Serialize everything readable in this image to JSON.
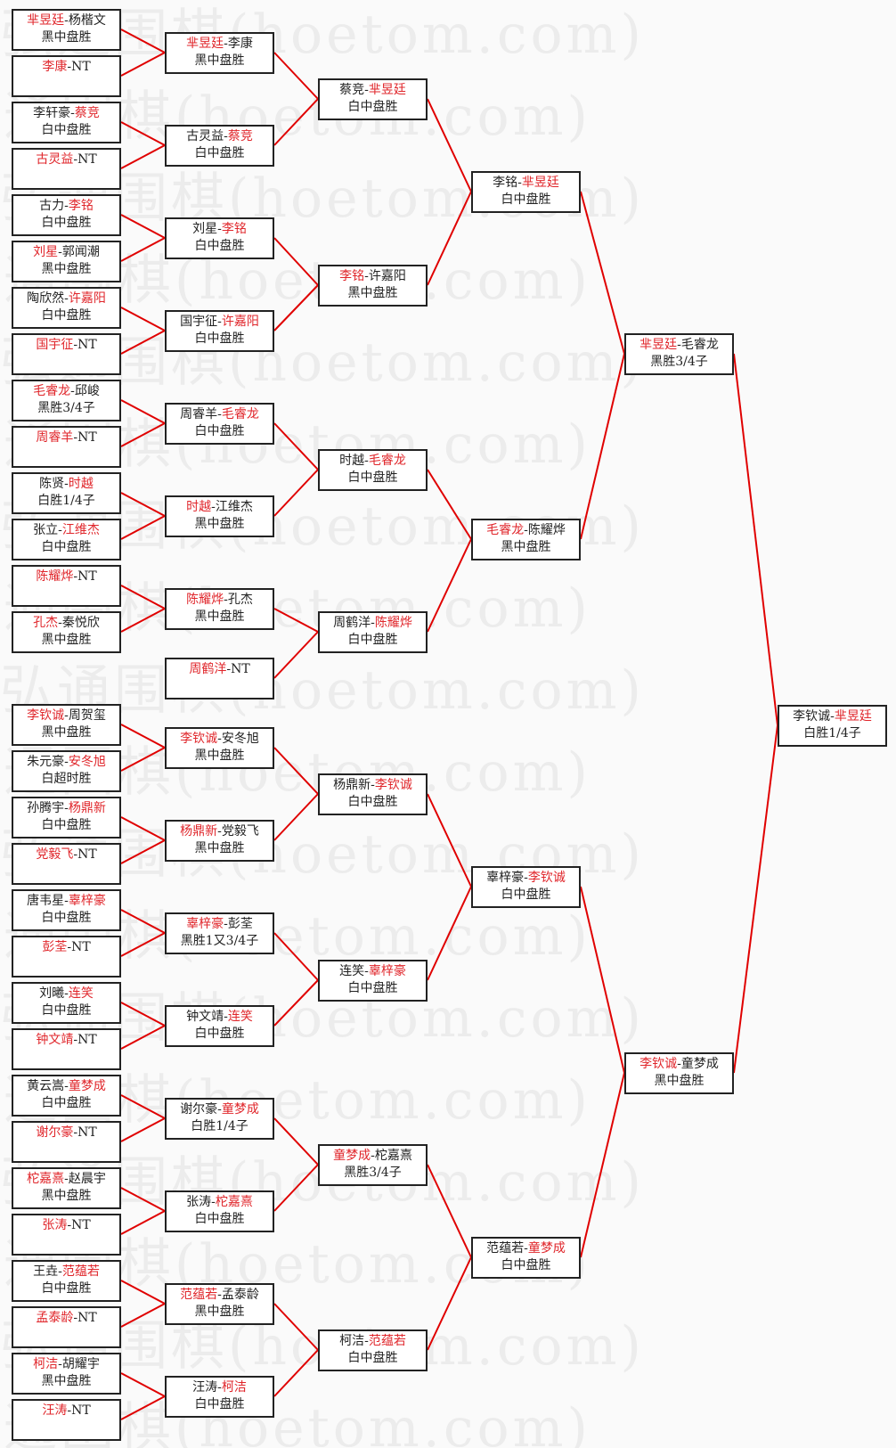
{
  "watermark": "弘通围棋(hoetom.com)",
  "colors": {
    "winner": "#e0262b",
    "line": "#e00000",
    "border": "#222222"
  },
  "rounds": [
    [
      {
        "p1": "芈昱廷",
        "p2": "杨楷文",
        "winner": 1,
        "result": "黑中盘胜"
      },
      {
        "p1": "李康",
        "p2": "NT",
        "winner": 1,
        "result": ""
      },
      {
        "p1": "李轩豪",
        "p2": "蔡竞",
        "winner": 2,
        "result": "白中盘胜"
      },
      {
        "p1": "古灵益",
        "p2": "NT",
        "winner": 1,
        "result": ""
      },
      {
        "p1": "古力",
        "p2": "李铭",
        "winner": 2,
        "result": "白中盘胜"
      },
      {
        "p1": "刘星",
        "p2": "郭闻潮",
        "winner": 1,
        "result": "黑中盘胜"
      },
      {
        "p1": "陶欣然",
        "p2": "许嘉阳",
        "winner": 2,
        "result": "白中盘胜"
      },
      {
        "p1": "国宇征",
        "p2": "NT",
        "winner": 1,
        "result": ""
      },
      {
        "p1": "毛睿龙",
        "p2": "邱峻",
        "winner": 1,
        "result": "黑胜3/4子"
      },
      {
        "p1": "周睿羊",
        "p2": "NT",
        "winner": 1,
        "result": ""
      },
      {
        "p1": "陈贤",
        "p2": "时越",
        "winner": 2,
        "result": "白胜1/4子"
      },
      {
        "p1": "张立",
        "p2": "江维杰",
        "winner": 2,
        "result": "白中盘胜"
      },
      {
        "p1": "陈耀烨",
        "p2": "NT",
        "winner": 1,
        "result": ""
      },
      {
        "p1": "孔杰",
        "p2": "秦悦欣",
        "winner": 1,
        "result": "黑中盘胜"
      },
      {
        "p1": "李钦诚",
        "p2": "周贺玺",
        "winner": 1,
        "result": "黑中盘胜"
      },
      {
        "p1": "朱元豪",
        "p2": "安冬旭",
        "winner": 2,
        "result": "白超时胜"
      },
      {
        "p1": "孙腾宇",
        "p2": "杨鼎新",
        "winner": 2,
        "result": "白中盘胜"
      },
      {
        "p1": "党毅飞",
        "p2": "NT",
        "winner": 1,
        "result": ""
      },
      {
        "p1": "唐韦星",
        "p2": "辜梓豪",
        "winner": 2,
        "result": "白中盘胜"
      },
      {
        "p1": "彭荃",
        "p2": "NT",
        "winner": 1,
        "result": ""
      },
      {
        "p1": "刘曦",
        "p2": "连笑",
        "winner": 2,
        "result": "白中盘胜"
      },
      {
        "p1": "钟文靖",
        "p2": "NT",
        "winner": 1,
        "result": ""
      },
      {
        "p1": "黄云嵩",
        "p2": "童梦成",
        "winner": 2,
        "result": "白中盘胜"
      },
      {
        "p1": "谢尔豪",
        "p2": "NT",
        "winner": 1,
        "result": ""
      },
      {
        "p1": "柁嘉熹",
        "p2": "赵晨宇",
        "winner": 1,
        "result": "黑中盘胜"
      },
      {
        "p1": "张涛",
        "p2": "NT",
        "winner": 1,
        "result": ""
      },
      {
        "p1": "王垚",
        "p2": "范蕴若",
        "winner": 2,
        "result": "白中盘胜"
      },
      {
        "p1": "孟泰龄",
        "p2": "NT",
        "winner": 1,
        "result": ""
      },
      {
        "p1": "柯洁",
        "p2": "胡耀宇",
        "winner": 1,
        "result": "黑中盘胜"
      },
      {
        "p1": "汪涛",
        "p2": "NT",
        "winner": 1,
        "result": ""
      }
    ],
    [
      {
        "p1": "芈昱廷",
        "p2": "李康",
        "winner": 1,
        "result": "黑中盘胜"
      },
      {
        "p1": "古灵益",
        "p2": "蔡竞",
        "winner": 2,
        "result": "白中盘胜"
      },
      {
        "p1": "刘星",
        "p2": "李铭",
        "winner": 2,
        "result": "白中盘胜"
      },
      {
        "p1": "国宇征",
        "p2": "许嘉阳",
        "winner": 2,
        "result": "白中盘胜"
      },
      {
        "p1": "周睿羊",
        "p2": "毛睿龙",
        "winner": 2,
        "result": "白中盘胜"
      },
      {
        "p1": "时越",
        "p2": "江维杰",
        "winner": 1,
        "result": "黑中盘胜"
      },
      {
        "p1": "陈耀烨",
        "p2": "孔杰",
        "winner": 1,
        "result": "黑中盘胜"
      },
      {
        "p1": "周鹤洋",
        "p2": "NT",
        "winner": 1,
        "result": ""
      },
      {
        "p1": "李钦诚",
        "p2": "安冬旭",
        "winner": 1,
        "result": "黑中盘胜"
      },
      {
        "p1": "杨鼎新",
        "p2": "党毅飞",
        "winner": 1,
        "result": "黑中盘胜"
      },
      {
        "p1": "辜梓豪",
        "p2": "彭荃",
        "winner": 1,
        "result": "黑胜1又3/4子"
      },
      {
        "p1": "钟文靖",
        "p2": "连笑",
        "winner": 2,
        "result": "白中盘胜"
      },
      {
        "p1": "谢尔豪",
        "p2": "童梦成",
        "winner": 2,
        "result": "白胜1/4子"
      },
      {
        "p1": "张涛",
        "p2": "柁嘉熹",
        "winner": 2,
        "result": "白中盘胜"
      },
      {
        "p1": "范蕴若",
        "p2": "孟泰龄",
        "winner": 1,
        "result": "黑中盘胜"
      },
      {
        "p1": "汪涛",
        "p2": "柯洁",
        "winner": 2,
        "result": "白中盘胜"
      }
    ],
    [
      {
        "p1": "蔡竞",
        "p2": "芈昱廷",
        "winner": 2,
        "result": "白中盘胜"
      },
      {
        "p1": "李铭",
        "p2": "许嘉阳",
        "winner": 1,
        "result": "黑中盘胜"
      },
      {
        "p1": "时越",
        "p2": "毛睿龙",
        "winner": 2,
        "result": "白中盘胜"
      },
      {
        "p1": "周鹤洋",
        "p2": "陈耀烨",
        "winner": 2,
        "result": "白中盘胜"
      },
      {
        "p1": "杨鼎新",
        "p2": "李钦诚",
        "winner": 2,
        "result": "白中盘胜"
      },
      {
        "p1": "连笑",
        "p2": "辜梓豪",
        "winner": 2,
        "result": "白中盘胜"
      },
      {
        "p1": "童梦成",
        "p2": "柁嘉熹",
        "winner": 1,
        "result": "黑胜3/4子"
      },
      {
        "p1": "柯洁",
        "p2": "范蕴若",
        "winner": 2,
        "result": "白中盘胜"
      }
    ],
    [
      {
        "p1": "李铭",
        "p2": "芈昱廷",
        "winner": 2,
        "result": "白中盘胜"
      },
      {
        "p1": "毛睿龙",
        "p2": "陈耀烨",
        "winner": 1,
        "result": "黑中盘胜"
      },
      {
        "p1": "辜梓豪",
        "p2": "李钦诚",
        "winner": 2,
        "result": "白中盘胜"
      },
      {
        "p1": "范蕴若",
        "p2": "童梦成",
        "winner": 2,
        "result": "白中盘胜"
      }
    ],
    [
      {
        "p1": "芈昱廷",
        "p2": "毛睿龙",
        "winner": 1,
        "result": "黑胜3/4子"
      },
      {
        "p1": "李钦诚",
        "p2": "童梦成",
        "winner": 1,
        "result": "黑中盘胜"
      }
    ],
    [
      {
        "p1": "李钦诚",
        "p2": "芈昱廷",
        "winner": 2,
        "result": "白胜1/4子"
      }
    ]
  ]
}
